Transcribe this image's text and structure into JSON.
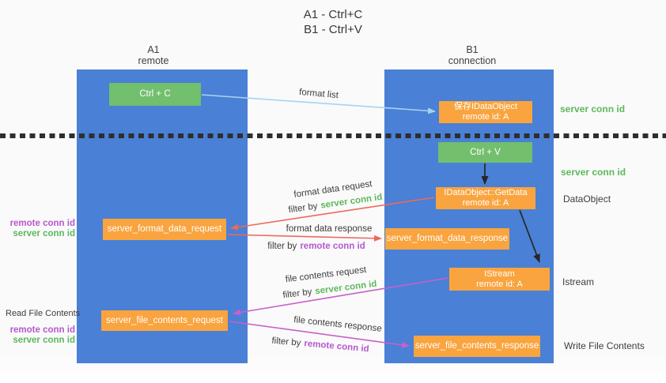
{
  "title": {
    "line1": "A1 - Ctrl+C",
    "line2": "B1 - Ctrl+V"
  },
  "lifelines": {
    "left": {
      "name": "A1",
      "subtitle": "remote"
    },
    "right": {
      "name": "B1",
      "subtitle": "connection"
    }
  },
  "nodes": {
    "ctrl_c": {
      "label": "Ctrl + C"
    },
    "save_dataobject": {
      "line1": "保存IDataObject",
      "line2": "remote id: A"
    },
    "ctrl_v": {
      "label": "Ctrl + V"
    },
    "getdata": {
      "line1": "IDataObject::GetData",
      "line2": "remote id: A"
    },
    "format_request": {
      "label": "server_format_data_request"
    },
    "format_response": {
      "label": "server_format_data_response"
    },
    "istream": {
      "line1": "IStream",
      "line2": "remote id: A"
    },
    "file_request": {
      "label": "server_file_contents_request"
    },
    "file_response": {
      "label": "server_file_contents_response"
    }
  },
  "arrow_labels": {
    "format_list": "format list",
    "format_data_request": "format data request",
    "format_data_response": "format data response",
    "file_contents_request": "file contents request",
    "file_contents_response": "file contents response",
    "filter_by": "filter by"
  },
  "keywords": {
    "server_conn_id": "server conn id",
    "remote_conn_id": "remote conn id"
  },
  "side_labels": {
    "server_conn_id_top": "server conn id",
    "server_conn_id_mid": "server conn id",
    "dataobject": "DataObject",
    "istream": "Istream",
    "read_file_contents": "Read File Contents",
    "write_file_contents": "Write File Contents"
  },
  "colors": {
    "lifeline_blue": "#4A80D5",
    "node_orange": "#F9A43F",
    "node_green": "#72BF6E",
    "green_text": "#5CB85C",
    "purple_text": "#B558CF",
    "red_arrow": "#EC6A5C",
    "magenta_arrow": "#C95FCB",
    "light_blue_arrow": "#A8D3F0",
    "black_arrow": "#262626"
  }
}
